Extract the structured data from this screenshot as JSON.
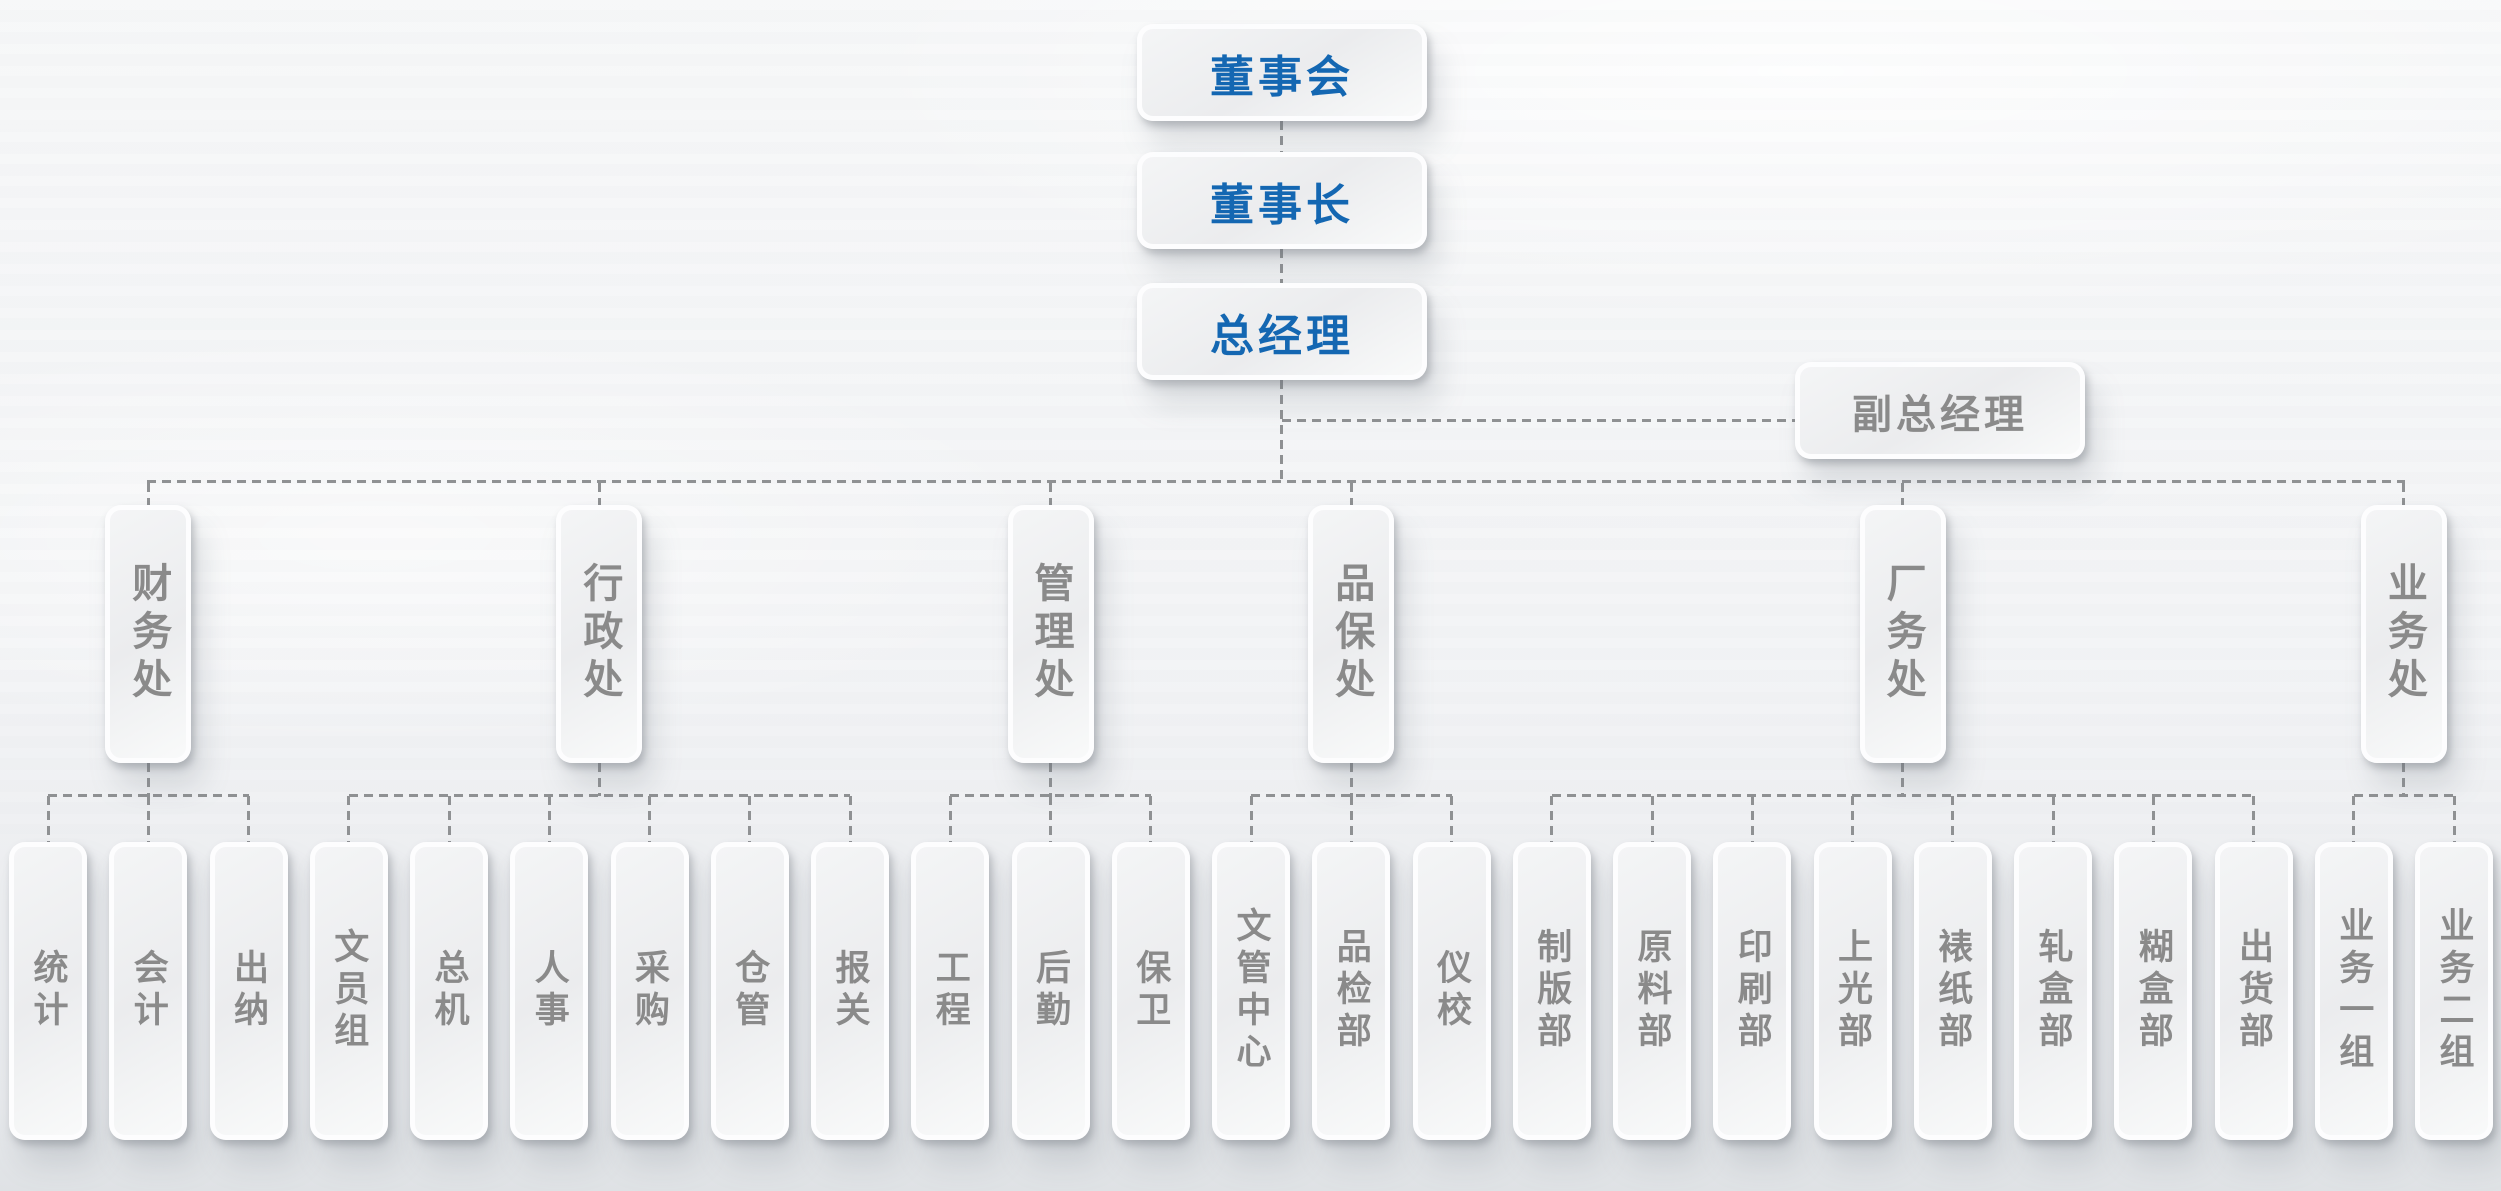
{
  "colors": {
    "accent_blue": "#1467b2",
    "text_gray": "#8a8a8a",
    "line_gray": "#8f9193"
  },
  "top_chain": [
    {
      "label": "董事会"
    },
    {
      "label": "董事长"
    },
    {
      "label": "总经理"
    }
  ],
  "side_node": {
    "label": "副总经理"
  },
  "departments": [
    {
      "label": "财务处",
      "children": [
        "统计",
        "会计",
        "出纳"
      ]
    },
    {
      "label": "行政处",
      "children": [
        "文员组",
        "总机",
        "人事",
        "采购",
        "仓管",
        "报关"
      ]
    },
    {
      "label": "管理处",
      "children": [
        "工程",
        "后勤",
        "保卫"
      ]
    },
    {
      "label": "品保处",
      "children": [
        "文管中心",
        "品检部",
        "仪校"
      ]
    },
    {
      "label": "厂务处",
      "children": [
        "制版部",
        "原料部",
        "印刷部",
        "上光部",
        "裱纸部",
        "轧盒部",
        "糊盒部",
        "出货部"
      ]
    },
    {
      "label": "业务处",
      "children": [
        "业务一组",
        "业务二组"
      ]
    }
  ]
}
